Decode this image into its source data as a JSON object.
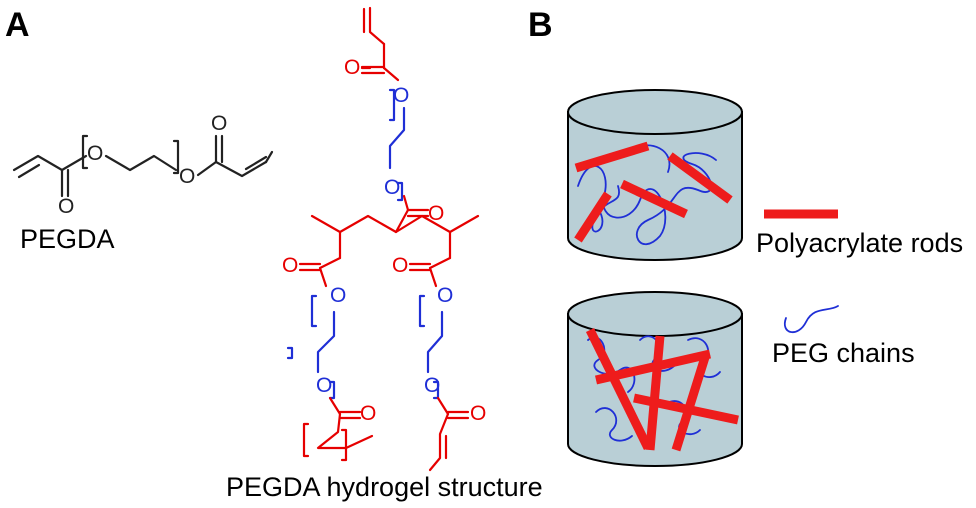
{
  "panel_a_label": "A",
  "panel_b_label": "B",
  "monomer_label": "PEGDA",
  "hydrogel_label": "PEGDA hydrogel structure",
  "legend_rods": "Polyacrylate rods",
  "legend_chains": "PEG chains",
  "atom_oxygen": "O",
  "colors": {
    "peg": "#1f2fd6",
    "acrylate": "#e60000",
    "cylinder_fill": "#b9cfd6"
  }
}
